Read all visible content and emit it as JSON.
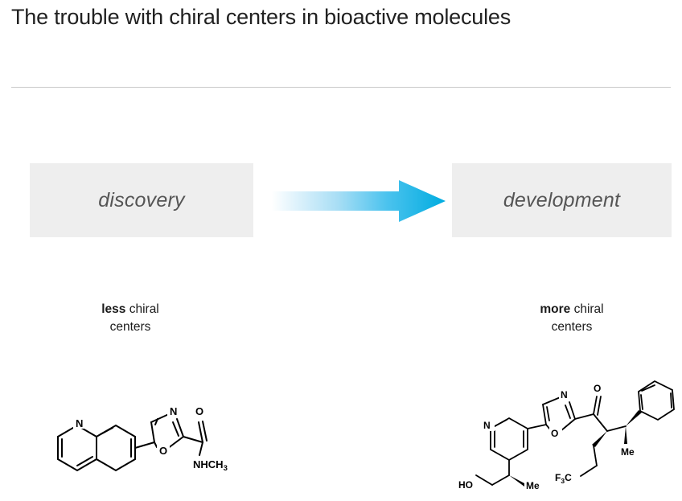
{
  "slide": {
    "title": "The trouble with chiral centers in bioactive molecules",
    "background_color": "#ffffff",
    "rule_color": "#c9c9c9"
  },
  "phases": {
    "box_fill": "#eeeeee",
    "label_color": "#555555",
    "left": {
      "label": "discovery"
    },
    "right": {
      "label": "development"
    },
    "arrow": {
      "name": "progression-arrow",
      "direction": "left-to-right",
      "gradient_from": "#ffffff",
      "gradient_to": "#00ace0"
    }
  },
  "captions": {
    "left": {
      "emphasis": "less",
      "rest": " chiral",
      "line2": "centers"
    },
    "right": {
      "emphasis": "more",
      "rest": " chiral",
      "line2": "centers"
    }
  },
  "molecules": {
    "left": {
      "name": "discovery-molecule",
      "description": "quinolin-7-yl oxazole N-methyl carboxamide",
      "labels": {
        "quinoline_n": "N",
        "oxazole_n": "N",
        "oxazole_o": "O",
        "carbonyl_o": "O",
        "amide": "NHCH",
        "amide_sub": "3"
      },
      "chiral_centers": 0
    },
    "right": {
      "name": "development-molecule",
      "description": "pyridinyl oxazole ketone with hydroxypropyl, trifluoropropyl, methyl and phenyl substituents",
      "labels": {
        "pyridine_n": "N",
        "hydroxyl": "HO",
        "methyl_left": "Me",
        "oxazole_n": "N",
        "oxazole_o": "O",
        "carbonyl_o": "O",
        "trifluoromethyl": "F",
        "trifluoromethyl_sub": "3",
        "trifluoromethyl_c": "C",
        "methyl_right": "Me"
      },
      "chiral_centers": 3
    }
  }
}
